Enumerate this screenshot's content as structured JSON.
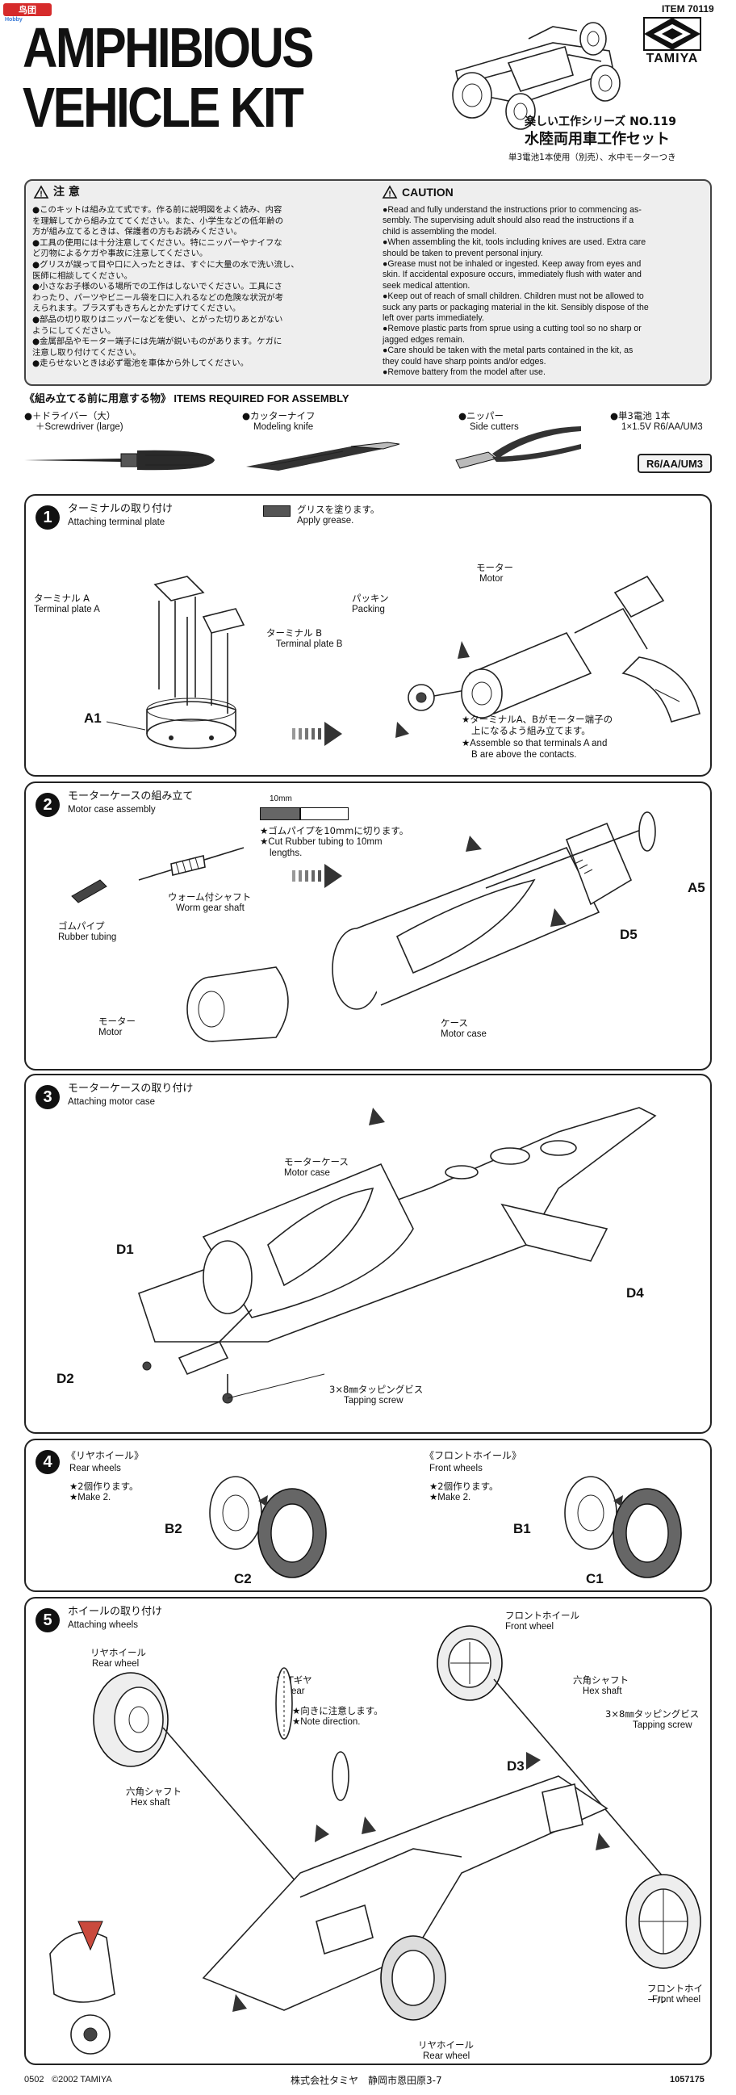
{
  "header": {
    "brand_top": "Hobby",
    "item": "ITEM 70119",
    "title_line1": "AMPHIBIOUS",
    "title_line2": "VEHICLE KIT",
    "series": "楽しい工作シリーズ NO.119",
    "jp_title": "水陸両用車工作セット",
    "jp_sub": "単3電池1本使用（別売）、水中モーターつき",
    "logo_text": "TAMIYA"
  },
  "caution": {
    "jp_heading": "注 意",
    "en_heading": "CAUTION",
    "jp_lines": [
      "●このキットは組み立て式です。作る前に説明図をよく読み、内容",
      "を理解してから組み立ててください。また、小学生などの低年齢の",
      "方が組み立てるときは、保護者の方もお読みください。",
      "●工具の使用には十分注意してください。特にニッパーやナイフな",
      "ど刃物によるケガや事故に注意してください。",
      "●グリスが誤って目や口に入ったときは、すぐに大量の水で洗い流し、",
      "医師に相談してください。",
      "●小さなお子様のいる場所での工作はしないでください。工具にさ",
      "わったり、パーツやビニール袋を口に入れるなどの危険な状況が考",
      "えられます。ブラスずもきちんとかたずけてください。",
      "●部品の切り取りはニッパーなどを使い、とがった切りあとがない",
      "ようにしてください。",
      "●金属部品やモーター端子には先端が鋭いものがあります。ケガに",
      "注意し取り付けてください。",
      "●走らせないときは必ず電池を車体から外してください。"
    ],
    "en_lines": [
      "●Read and fully understand the instructions prior to commencing as-",
      "sembly. The supervising adult should also read the instructions if a",
      "child is assembling the model.",
      "●When assembling the kit, tools including knives are used. Extra care",
      "should be taken to prevent personal injury.",
      "●Grease must not be inhaled or ingested. Keep away from eyes and",
      "skin. If accidental exposure occurs, immediately flush with water and",
      "seek medical attention.",
      "●Keep out of reach of small children. Children must not be allowed to",
      "suck any parts or packaging material in the kit. Sensibly dispose of the",
      "left over parts immediately.",
      "●Remove plastic parts from sprue using a cutting tool so no sharp or",
      "jagged edges remain.",
      "●Care should be taken with the metal parts contained in the kit, as",
      "they could have sharp points and/or edges.",
      "●Remove battery from the model after use."
    ]
  },
  "tools": {
    "heading_jp": "《組み立てる前に用意する物》",
    "heading_en": "ITEMS REQUIRED FOR ASSEMBLY",
    "screwdriver_jp": "●＋ドライバー（大）",
    "screwdriver_en": "＋Screwdriver (large)",
    "knife_jp": "●カッターナイフ",
    "knife_en": "Modeling knife",
    "cutters_jp": "●ニッパー",
    "cutters_en": "Side cutters",
    "battery_jp": "●単3電池 1本",
    "battery_en": "1×1.5V R6/AA/UM3",
    "battery_box": "R6/AA/UM3"
  },
  "step1": {
    "num": "1",
    "title_jp": "ターミナルの取り付け",
    "title_en": "Attaching terminal plate",
    "grease_jp": "グリスを塗ります。",
    "grease_en": "Apply grease.",
    "termA_jp": "ターミナル A",
    "termA_en": "Terminal plate A",
    "termB_jp": "ターミナル B",
    "termB_en": "Terminal plate B",
    "a1": "A1",
    "packing_jp": "パッキン",
    "packing_en": "Packing",
    "motor_jp": "モーター",
    "motor_en": "Motor",
    "note_jp1": "★ターミナルA、Bがモーター端子の",
    "note_jp2": "上になるよう組み立てます。",
    "note_en1": "★Assemble so that  terminals A and",
    "note_en2": "B are above the contacts."
  },
  "step2": {
    "num": "2",
    "title_jp": "モーターケースの組み立て",
    "title_en": "Motor case assembly",
    "mm": "10mm",
    "cut_jp": "★ゴムパイプを10mmに切ります。",
    "cut_en1": "★Cut Rubber tubing to 10mm",
    "cut_en2": "lengths.",
    "worm_jp": "ウォーム付シャフト",
    "worm_en": "Worm gear shaft",
    "rubber_jp": "ゴムパイプ",
    "rubber_en": "Rubber tubing",
    "motor_jp": "モーター",
    "motor_en": "Motor",
    "case_jp": "ケース",
    "case_en": "Motor case",
    "d5": "D5",
    "a5": "A5"
  },
  "step3": {
    "num": "3",
    "title_jp": "モーターケースの取り付け",
    "title_en": "Attaching motor case",
    "case_jp": "モーターケース",
    "case_en": "Motor case",
    "d1": "D1",
    "d2": "D2",
    "d4": "D4",
    "screw_jp": "3×8㎜タッピングビス",
    "screw_en": "Tapping screw"
  },
  "step4": {
    "num": "4",
    "rear_jp": "《リヤホイール》",
    "rear_en": "Rear wheels",
    "rear_make_jp": "★2個作ります。",
    "rear_make_en": "★Make 2.",
    "front_jp": "《フロントホイール》",
    "front_en": "Front wheels",
    "front_make_jp": "★2個作ります。",
    "front_make_en": "★Make 2.",
    "b2": "B2",
    "c2": "C2",
    "b1": "B1",
    "c1": "C1"
  },
  "step5": {
    "num": "5",
    "title_jp": "ホイールの取り付け",
    "title_en": "Attaching wheels",
    "rearwheel_jp": "リヤホイール",
    "rearwheel_en": "Rear wheel",
    "gear_jp": "30Tギヤ",
    "gear_en": "Gear",
    "dir_jp": "★向きに注意します。",
    "dir_en": "★Note direction.",
    "hex_jp": "六角シャフト",
    "hex_en": "Hex shaft",
    "frontwheel_jp": "フロントホイール",
    "frontwheel_en": "Front wheel",
    "hex2_jp": "六角シャフト",
    "hex2_en": "Hex shaft",
    "screw_jp": "3×8㎜タッピングビス",
    "screw_en": "Tapping screw",
    "d3": "D3",
    "frontwheel2_jp": "フロントホイール",
    "frontwheel2_en": "Front wheel",
    "rearwheel2_jp": "リヤホイール",
    "rearwheel2_en": "Rear wheel"
  },
  "footer": {
    "code": "0502",
    "copyright": "©2002 TAMIYA",
    "company": "株式会社タミヤ　静岡市恩田原3-7",
    "number": "1057175"
  }
}
